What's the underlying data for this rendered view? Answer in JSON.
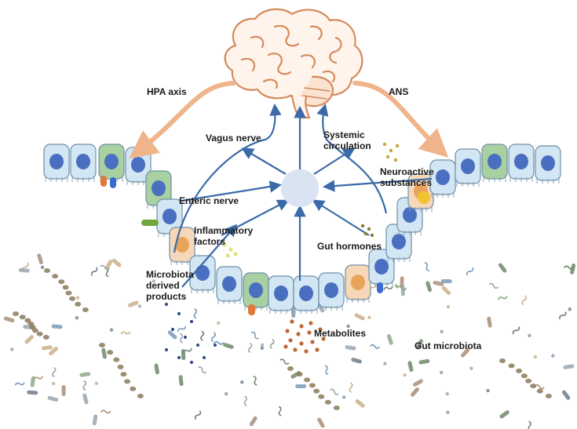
{
  "labels": {
    "hpa_axis": "HPA axis",
    "ans": "ANS",
    "vagus_nerve": "Vagus nerve",
    "systemic_circulation": [
      "Systemic",
      "circulation"
    ],
    "neuroactive_substances": [
      "Neuroactive",
      "substances"
    ],
    "enteric_nerve": "Enteric nerve",
    "inflammatory_factors": [
      "Inflammatory",
      "factors"
    ],
    "gut_hormones": "Gut hormones",
    "microbiota_derived_products": [
      "Microbiota",
      "derived",
      "products"
    ],
    "metabolites": "Metabolites",
    "gut_microbiota": "Gut microbiota"
  },
  "colors": {
    "arrow_blue": "#3b6aa8",
    "hpa_ans_arrow": "#f0b48a",
    "cell_body": "#d3e6f3",
    "nucleus": "#4a6fc0",
    "brain_outline": "#d48a5c",
    "hub": "#d9e3f2",
    "metabolite_dot": "#c0683a",
    "product_dot": "#2b4a8a"
  }
}
